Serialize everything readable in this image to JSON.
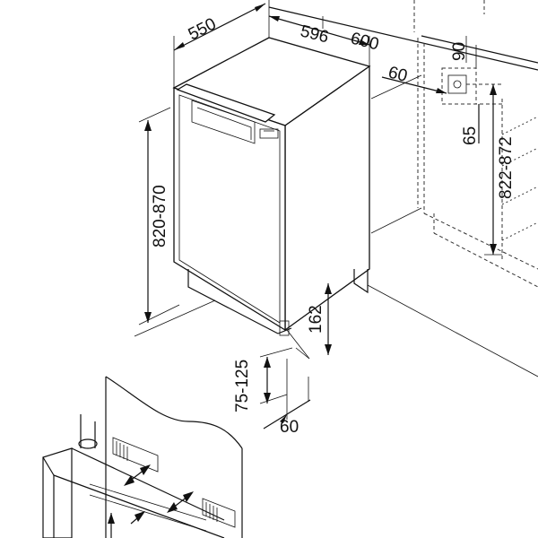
{
  "dimensions": {
    "width_outer": "596",
    "width_niche": "600",
    "depth": "550",
    "height": "820-870",
    "vent_height": "162",
    "plinth_height": "75-125",
    "plinth_depth": "60",
    "side_offset": "60",
    "socket_width": "90",
    "socket_height": "65",
    "niche_height": "822-872"
  }
}
